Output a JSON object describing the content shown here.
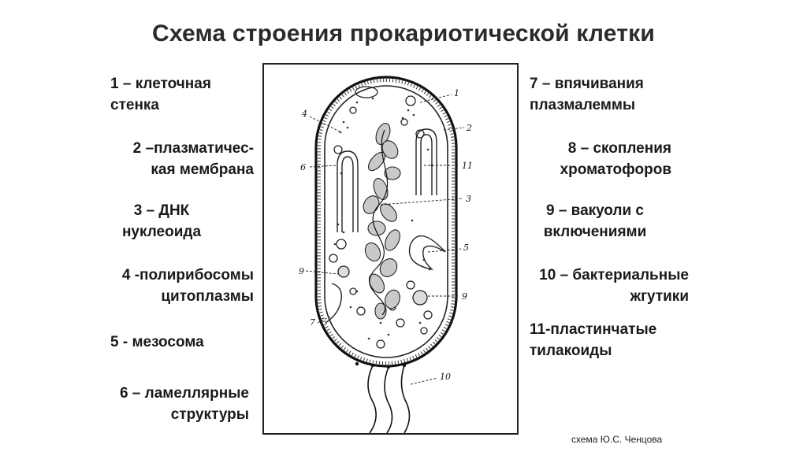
{
  "title": "Схема строения прокариотической клетки",
  "labels_left": [
    {
      "line1": "1 – клеточная",
      "line2": "стенка"
    },
    {
      "line1": "2 –плазматичес-",
      "line2": "кая мембрана"
    },
    {
      "line1": "3 – ДНК",
      "line2": "нуклеоида"
    },
    {
      "line1": "4 -полирибосомы",
      "line2": "цитоплазмы"
    },
    {
      "line1": "5 - мезосома",
      "line2": ""
    },
    {
      "line1": "6 – ламеллярные",
      "line2": "структуры"
    }
  ],
  "labels_right": [
    {
      "line1": "7 – впячивания",
      "line2": "плазмалеммы"
    },
    {
      "line1": "8 – скопления",
      "line2": "хроматофоров"
    },
    {
      "line1": "9 – вакуоли с",
      "line2": "включениями"
    },
    {
      "line1": "10 – бактериальные",
      "line2": "жгутики"
    },
    {
      "line1": "11-пластинчатые",
      "line2": "тилакоиды"
    }
  ],
  "figure_callouts": [
    "1",
    "2",
    "3",
    "4",
    "5",
    "6",
    "7",
    "9",
    "9",
    "10",
    "11"
  ],
  "credit": "схема Ю.С. Ченцова"
}
